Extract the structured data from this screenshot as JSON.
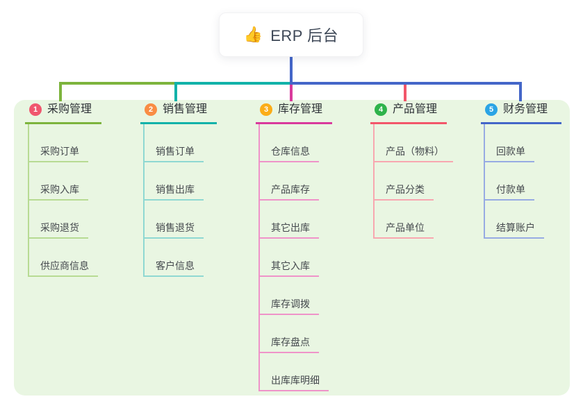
{
  "root": {
    "icon": "👍",
    "title": "ERP 后台"
  },
  "branches": [
    {
      "badge": "1",
      "label": "采购管理",
      "badge_color": "#f0566e",
      "line_color": "#7db43d",
      "child_line_color": "#b7db93",
      "children": [
        "采购订单",
        "采购入库",
        "采购退货",
        "供应商信息"
      ]
    },
    {
      "badge": "2",
      "label": "销售管理",
      "badge_color": "#f98d44",
      "line_color": "#12b2a9",
      "child_line_color": "#8fd8d2",
      "children": [
        "销售订单",
        "销售出库",
        "销售退货",
        "客户信息"
      ]
    },
    {
      "badge": "3",
      "label": "库存管理",
      "badge_color": "#fbad18",
      "line_color": "#d93a9c",
      "child_line_color": "#ef93c9",
      "children": [
        "仓库信息",
        "产品库存",
        "其它出库",
        "其它入库",
        "库存调拨",
        "库存盘点",
        "出库库明细"
      ]
    },
    {
      "badge": "4",
      "label": "产品管理",
      "badge_color": "#2eb34b",
      "line_color": "#f2566a",
      "child_line_color": "#f8a7b0",
      "children": [
        "产品（物料）",
        "产品分类",
        "产品单位"
      ]
    },
    {
      "badge": "5",
      "label": "财务管理",
      "badge_color": "#2aa4e5",
      "line_color": "#4466c8",
      "child_line_color": "#97abe3",
      "children": [
        "回款单",
        "付款单",
        "结算账户"
      ]
    }
  ],
  "colors": {
    "background": "#ffffff",
    "panel_bg": "#e9f6e2",
    "root_line": "#4466c8"
  }
}
